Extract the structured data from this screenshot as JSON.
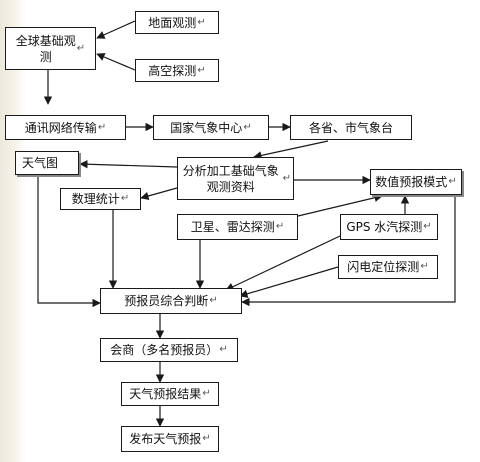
{
  "nodes": {
    "global_obs": "全球基础观测",
    "ground_obs": "地面观测",
    "upper_obs": "高空探测",
    "comm": "通讯网络传输",
    "ncc": "国家气象中心",
    "prov": "各省、市气象台",
    "analysis": "分析加工基础气象观测资料",
    "weather_map": "天气图",
    "nwp": "数值预报模式",
    "stats": "数理统计",
    "satellite": "卫星、雷达探测",
    "gps": "GPS 水汽探测",
    "lightning": "闪电定位探测",
    "forecaster": "预报员综合判断",
    "consult": "会商（多名预报员）",
    "result": "天气预报结果",
    "publish": "发布天气预报"
  },
  "paragraph_mark": "↵",
  "colors": {
    "line": "#1a1a1a",
    "box_border": "#1a1a1a",
    "background": "#ffffff"
  }
}
